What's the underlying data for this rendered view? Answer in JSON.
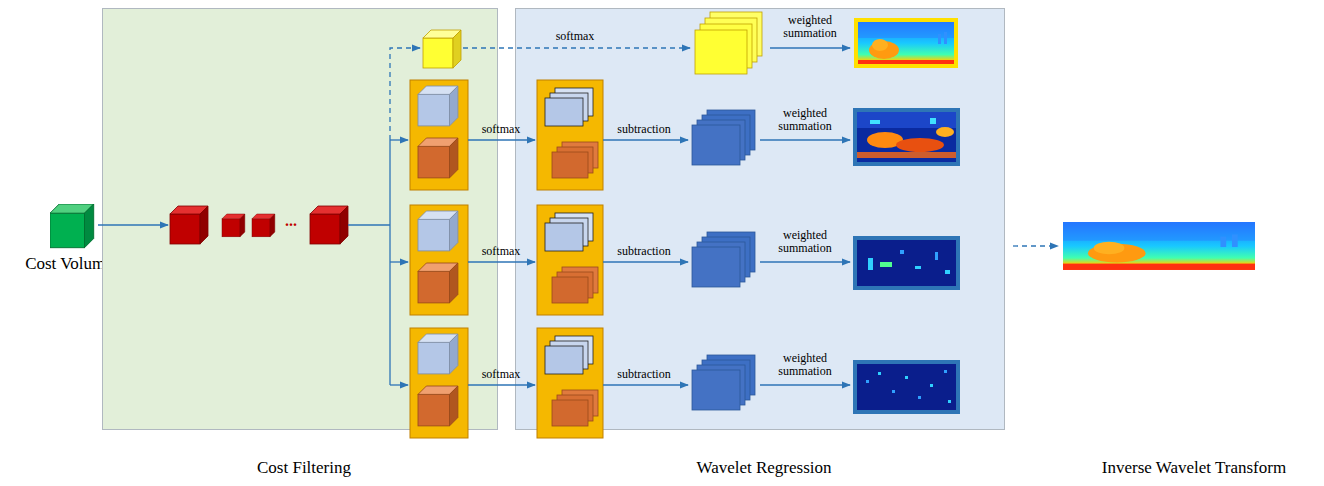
{
  "diagram": {
    "nodes": [
      {
        "text": [
          "Cost Volume"
        ]
      },
      {
        "text": [
          "Cost Filtering"
        ]
      },
      {
        "text": [
          "Wavelet Regression"
        ]
      },
      {
        "text": [
          "Inverse Wavelet Transform"
        ]
      }
    ],
    "edges": [
      {
        "from": 2,
        "to": 3,
        "arrow": "to"
      }
    ],
    "labels": [
      "...",
      "softmax",
      "weighted summation",
      "softmax",
      "subtraction",
      "weighted summation",
      "softmax",
      "subtraction",
      "weighted summation",
      "softmax",
      "subtraction",
      "weighted summation"
    ]
  }
}
